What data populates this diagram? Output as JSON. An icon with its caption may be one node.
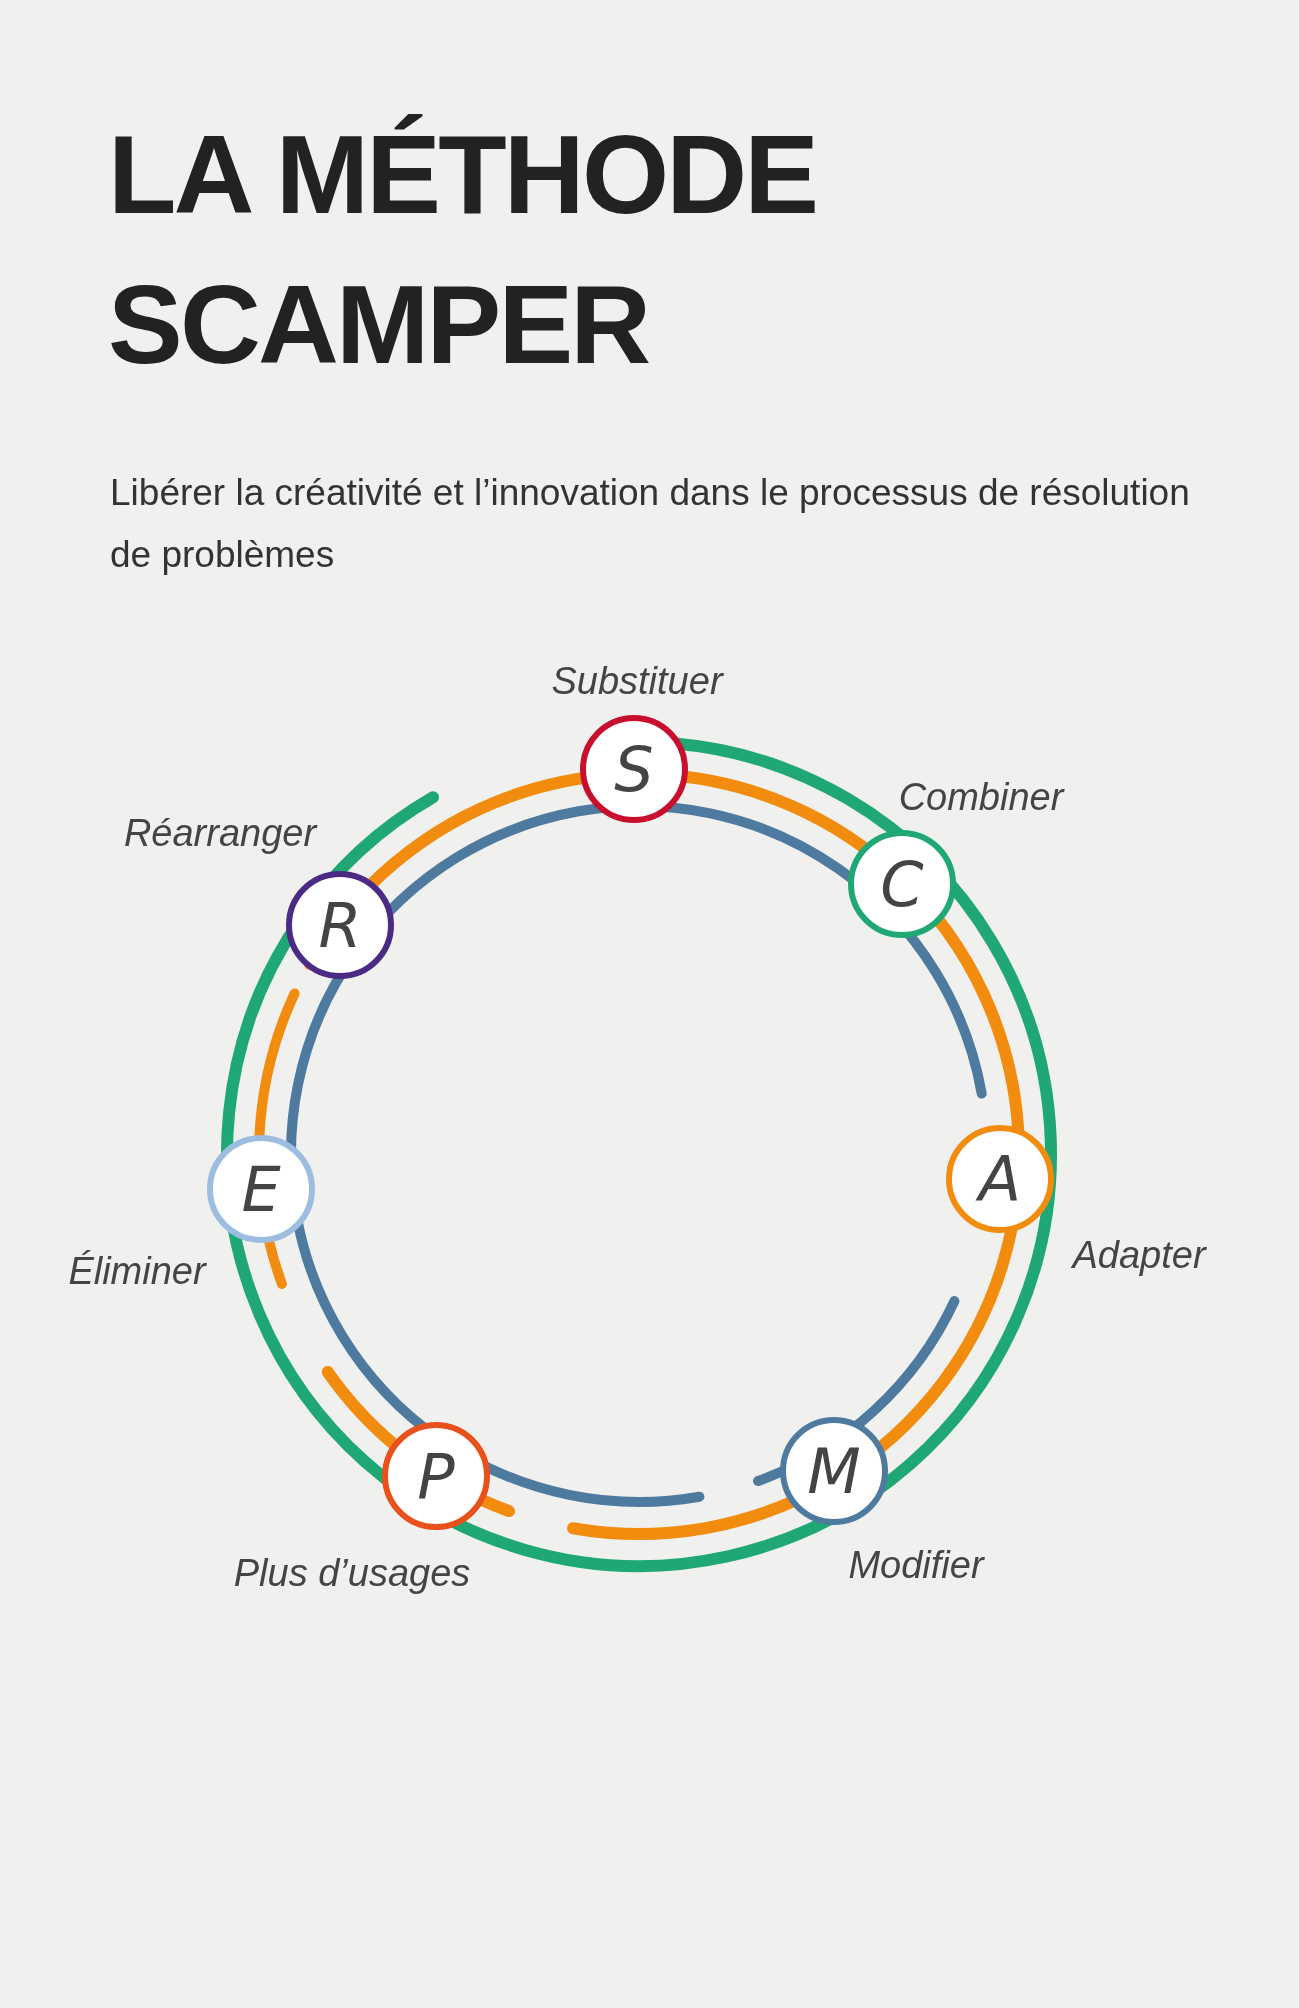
{
  "diagram": {
    "title": "LA MÉTHODE SCAMPER",
    "labels": [
      "Libérer la créativité et l’innovation dans le processus de résolution de problèmes"
    ],
    "nodes": [
      {
        "text": [
          "S"
        ],
        "beside": [
          "Substituer"
        ]
      },
      {
        "text": [
          "C"
        ],
        "beside": [
          "Combiner"
        ]
      },
      {
        "text": [
          "A"
        ],
        "beside": [
          "Adapter"
        ]
      },
      {
        "text": [
          "M"
        ],
        "beside": [
          "Modifier"
        ]
      },
      {
        "text": [
          "P"
        ],
        "beside": [
          "Plus d’usages"
        ]
      },
      {
        "text": [
          "E"
        ],
        "beside": [
          "Éliminer"
        ]
      },
      {
        "text": [
          "R"
        ],
        "beside": [
          "Réarranger"
        ]
      }
    ]
  }
}
